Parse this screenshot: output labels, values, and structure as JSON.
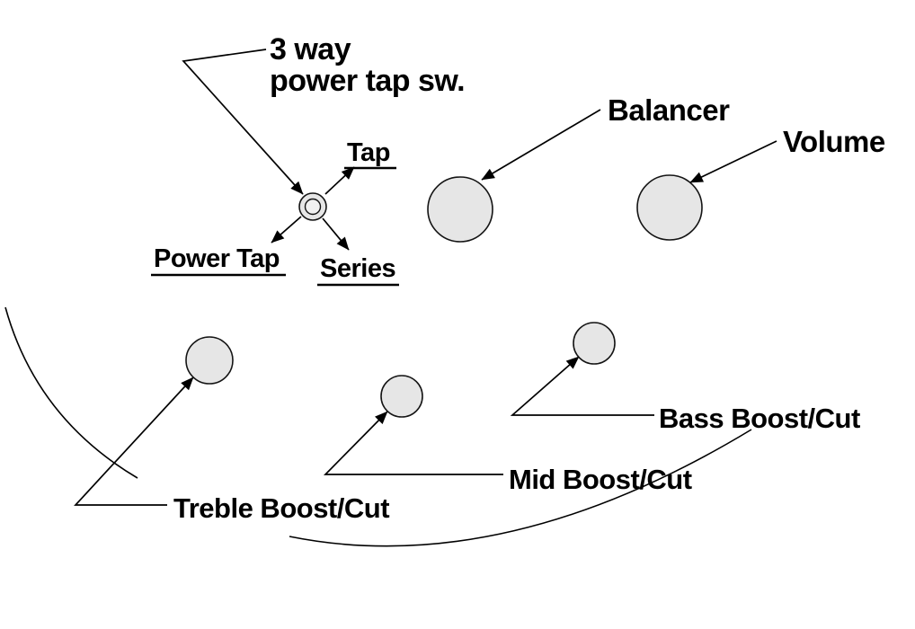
{
  "diagram": {
    "switch": {
      "label_line1": "3 way",
      "label_line2": "power tap sw.",
      "positions": {
        "tap": "Tap",
        "power_tap": "Power Tap",
        "series": "Series"
      }
    },
    "controls": {
      "balancer": "Balancer",
      "volume": "Volume",
      "bass": "Bass Boost/Cut",
      "mid": "Mid Boost/Cut",
      "treble": "Treble Boost/Cut"
    },
    "colors": {
      "line": "#000000",
      "text": "#000000",
      "knob_fill": "#e6e6e6",
      "knob_stroke": "#141414",
      "background": "#ffffff"
    }
  }
}
